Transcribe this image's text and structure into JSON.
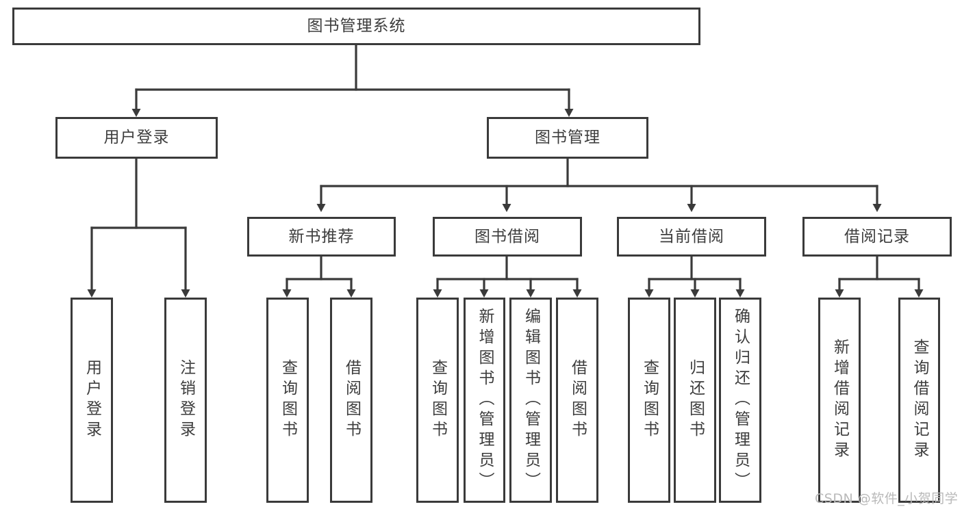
{
  "diagram": {
    "title": "图书管理系统",
    "type": "hierarchy-tree",
    "colors": {
      "box_border": "#3a3a3a",
      "box_fill": "#ffffff",
      "text": "#3d3d3d",
      "connector": "#3a3a3a",
      "watermark": "#b9b9b9",
      "background": "#ffffff"
    },
    "root": {
      "label": "图书管理系统"
    },
    "level1": [
      {
        "label": "用户登录"
      },
      {
        "label": "图书管理"
      }
    ],
    "level2": [
      {
        "label": "新书推荐"
      },
      {
        "label": "图书借阅"
      },
      {
        "label": "当前借阅"
      },
      {
        "label": "借阅记录"
      }
    ],
    "leaves": {
      "user_login": [
        {
          "label": "用户登录"
        },
        {
          "label": "注销登录"
        }
      ],
      "new_book_recommend": [
        {
          "label": "查询图书"
        },
        {
          "label": "借阅图书"
        }
      ],
      "book_borrow": [
        {
          "label": "查询图书"
        },
        {
          "label": "新增图书（管理员）"
        },
        {
          "label": "编辑图书（管理员）"
        },
        {
          "label": "借阅图书"
        }
      ],
      "current_borrow": [
        {
          "label": "查询图书"
        },
        {
          "label": "归还图书"
        },
        {
          "label": "确认归还（管理员）"
        }
      ],
      "borrow_record": [
        {
          "label": "新增借阅记录"
        },
        {
          "label": "查询借阅记录"
        }
      ]
    }
  },
  "watermark": {
    "text": "CSDN @软件_小贺同学"
  }
}
